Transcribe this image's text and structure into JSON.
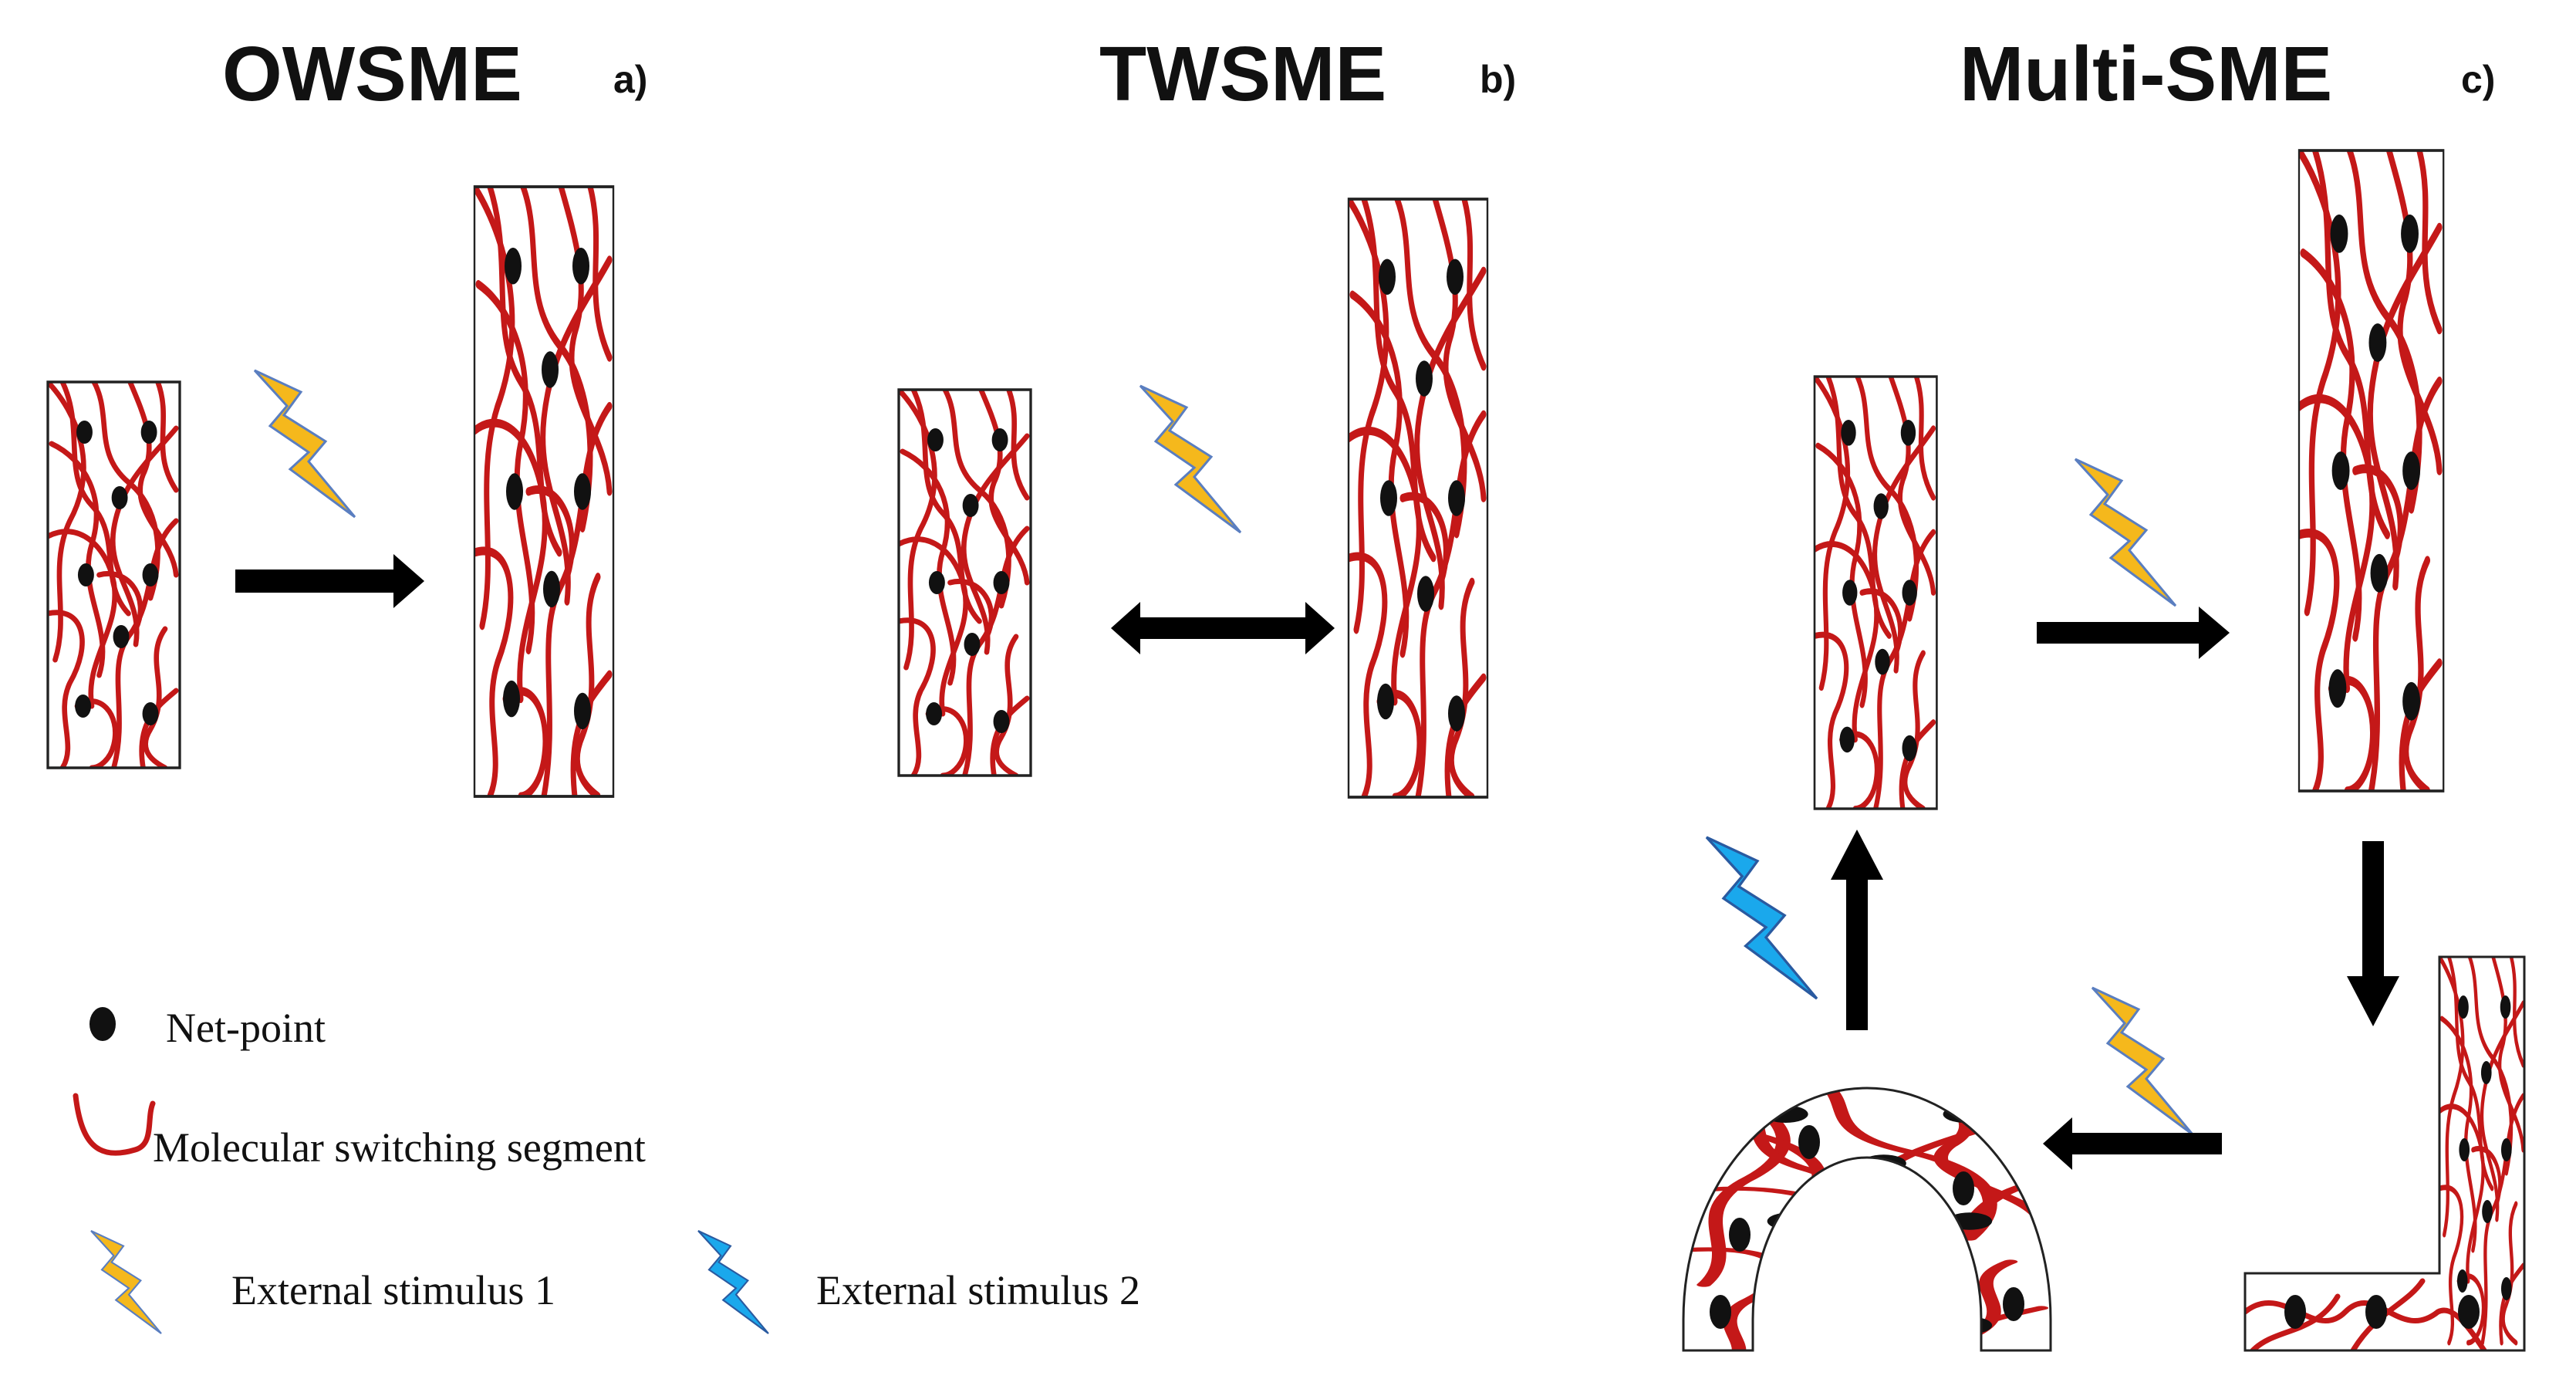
{
  "panels": [
    {
      "title": "OWSME",
      "label": "a)"
    },
    {
      "title": "TWSME",
      "label": "b)"
    },
    {
      "title": "Multi-SME",
      "label": "c)"
    }
  ],
  "legend": {
    "net_point": "Net-point",
    "switching_segment": "Molecular switching segment",
    "stimulus_1": "External stimulus 1",
    "stimulus_2": "External stimulus 2"
  },
  "colors": {
    "segment": "#c41818",
    "net_point": "#111111",
    "stimulus_1_fill": "#f5b81c",
    "stimulus_1_stroke": "#5a7ec0",
    "stimulus_2_fill": "#1aa8ec",
    "stimulus_2_stroke": "#2a5aa0",
    "arrow": "#000000"
  },
  "icons": {
    "net_point": "black-ellipse",
    "switching_segment": "red-curve",
    "stimulus_1": "yellow-lightning-bolt-icon",
    "stimulus_2": "blue-lightning-bolt-icon"
  }
}
